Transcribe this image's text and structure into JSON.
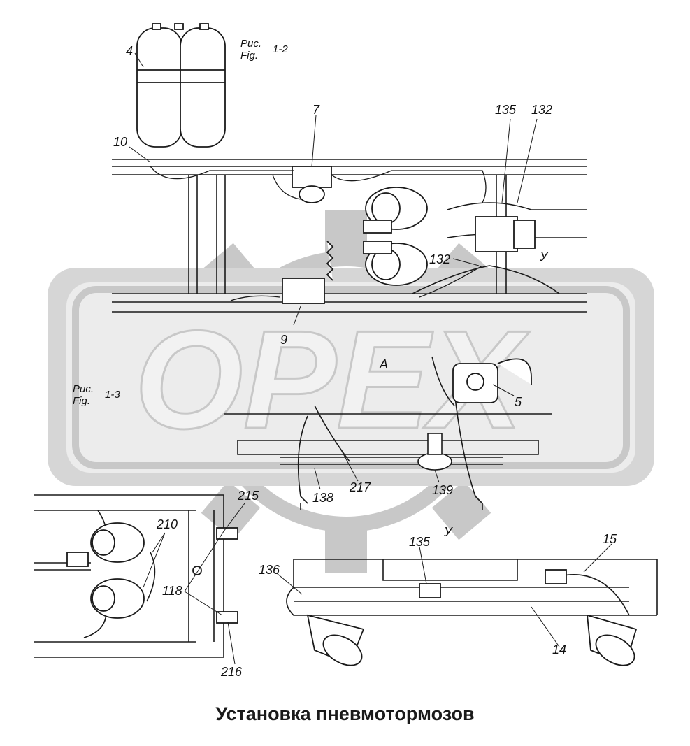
{
  "watermark": {
    "text": "OPEX",
    "color": "#c8c8c8"
  },
  "figure_refs": [
    {
      "ru": "Рис.",
      "en": "Fig.",
      "num": "1-2"
    },
    {
      "ru": "Рис.",
      "en": "Fig.",
      "num": "1-3"
    }
  ],
  "views": {
    "section_a": "А",
    "view_u1": "У",
    "view_u2": "У"
  },
  "callouts": {
    "c4": "4",
    "c10": "10",
    "c7": "7",
    "c135a": "135",
    "c132a": "132",
    "c132b": "132",
    "c9": "9",
    "c5": "5",
    "c138": "138",
    "c217": "217",
    "c139": "139",
    "c215": "215",
    "c210": "210",
    "c118": "118",
    "c216": "216",
    "c135b": "135",
    "c136": "136",
    "c15": "15",
    "c14": "14"
  },
  "caption": "Установка пневмотормозов",
  "colors": {
    "line": "#1a1a1a",
    "watermark": "#c8c8c8",
    "background": "#ffffff"
  }
}
